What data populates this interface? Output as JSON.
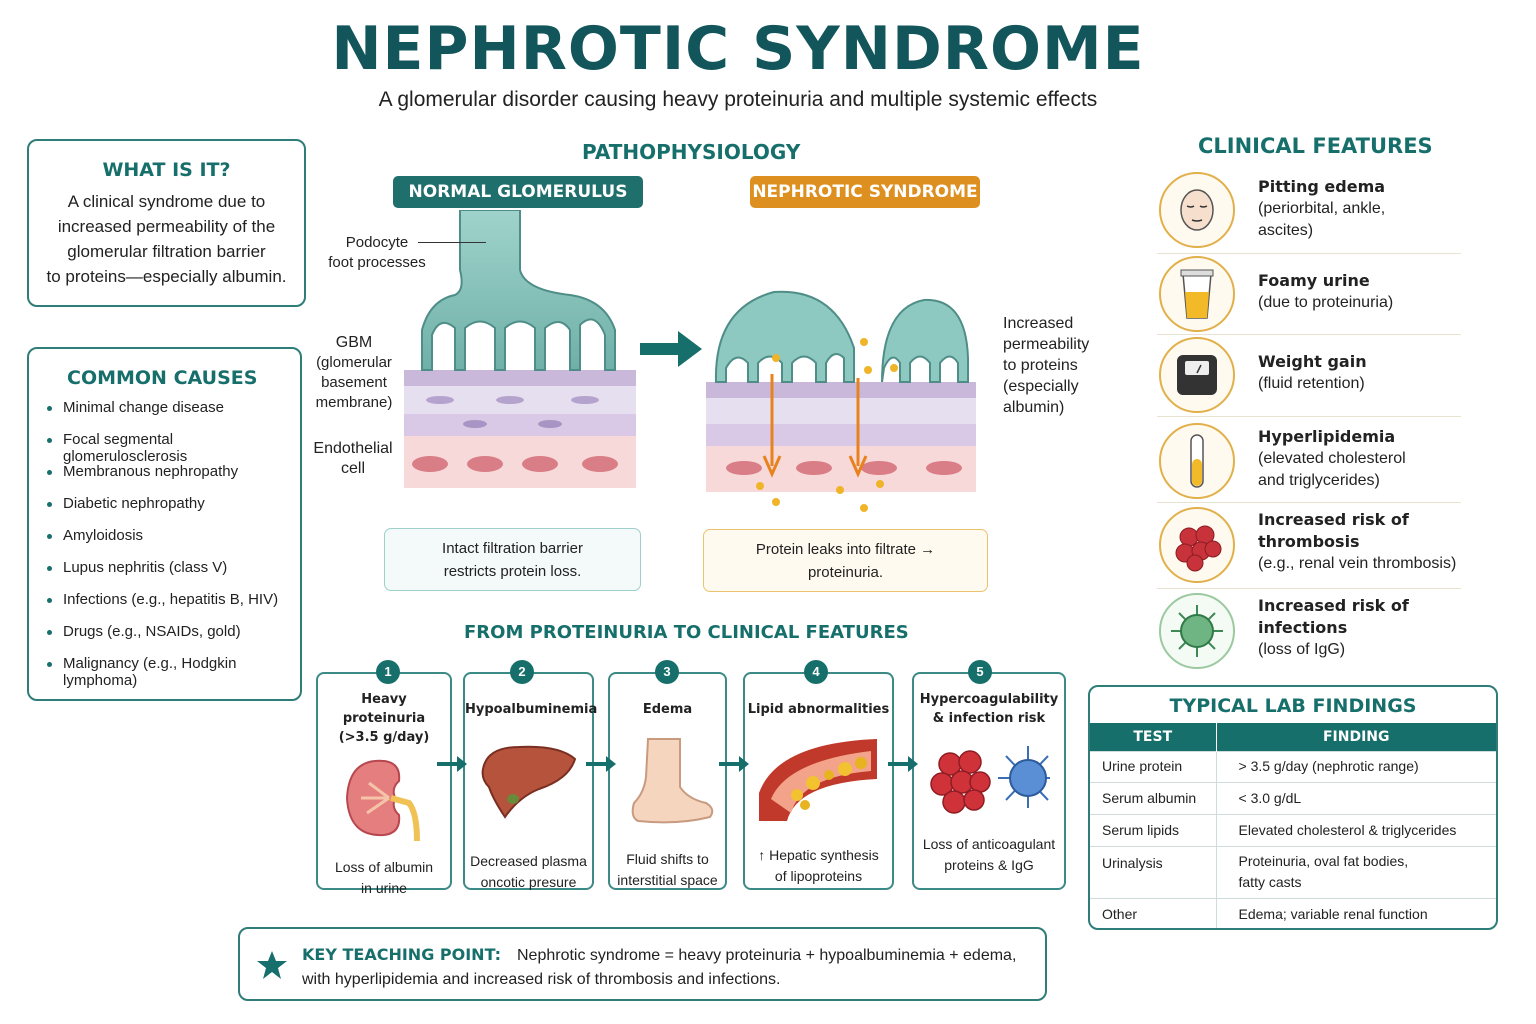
{
  "header": {
    "title": "NEPHROTIC SYNDROME",
    "subtitle": "A glomerular disorder causing heavy proteinuria and multiple systemic effects"
  },
  "what_is_it": {
    "heading": "WHAT IS IT?",
    "lines": [
      "A clinical syndrome due to",
      "increased permeability of the",
      "glomerular filtration barrier",
      "to proteins—especially albumin."
    ]
  },
  "causes": {
    "heading": "COMMON CAUSES",
    "items": [
      "Minimal change disease",
      "Focal segmental glomerulosclerosis",
      "Membranous nephropathy",
      "Diabetic nephropathy",
      "Amyloidosis",
      "Lupus nephritis (class V)",
      "Infections (e.g., hepatitis B, HIV)",
      "Drugs (e.g., NSAIDs, gold)",
      "Malignancy (e.g., Hodgkin lymphoma)"
    ]
  },
  "pathophysiology": {
    "heading": "PATHOPHYSIOLOGY",
    "normal_label": "NORMAL GLOMERULUS",
    "nephrotic_label": "NEPHROTIC SYNDROME",
    "podocyte_label": [
      "Podocyte",
      "foot processes"
    ],
    "gbm_label": [
      "GBM",
      "(glomerular",
      "basement",
      "membrane)"
    ],
    "endothelial_label": [
      "Endothelial",
      "cell"
    ],
    "permeability_label": [
      "Increased",
      "permeability",
      "to proteins",
      "(especially",
      "albumin)"
    ],
    "normal_note": [
      "Intact filtration barrier",
      "restricts protein loss."
    ],
    "nephrotic_note": [
      "Protein leaks into filtrate →",
      "proteinuria."
    ]
  },
  "flow": {
    "heading": "FROM PROTEINURIA TO CLINICAL FEATURES",
    "steps": [
      {
        "num": "1",
        "title": [
          "Heavy proteinuria",
          "(>3.5 g/day)"
        ],
        "desc": [
          "Loss of albumin",
          "in urine"
        ]
      },
      {
        "num": "2",
        "title": [
          "Hypoalbuminemia"
        ],
        "desc": [
          "Decreased plasma",
          "oncotic presure"
        ]
      },
      {
        "num": "3",
        "title": [
          "Edema"
        ],
        "desc": [
          "Fluid shifts to",
          "interstitial space"
        ]
      },
      {
        "num": "4",
        "title": [
          "Lipid abnormalities"
        ],
        "desc": [
          "↑ Hepatic synthesis",
          "of lipoproteins"
        ]
      },
      {
        "num": "5",
        "title": [
          "Hypercoagulability",
          "& infection risk"
        ],
        "desc": [
          "Loss of anticoagulant",
          "proteins & IgG"
        ]
      }
    ]
  },
  "key_point": {
    "label": "KEY TEACHING POINT:",
    "line1": "Nephrotic syndrome = heavy proteinuria + hypoalbuminemia + edema,",
    "line2": "with hyperlipidemia and increased risk of thrombosis and infections."
  },
  "clinical": {
    "heading": "CLINICAL FEATURES",
    "items": [
      {
        "icon": "face-icon",
        "name": [
          "Pitting edema"
        ],
        "desc": [
          "(periorbital, ankle,",
          "ascites)"
        ]
      },
      {
        "icon": "urine-cup-icon",
        "name": [
          "Foamy urine"
        ],
        "desc": [
          "(due to proteinuria)"
        ]
      },
      {
        "icon": "scale-icon",
        "name": [
          "Weight gain"
        ],
        "desc": [
          "(fluid retention)"
        ]
      },
      {
        "icon": "test-tube-icon",
        "name": [
          "Hyperlipidemia"
        ],
        "desc": [
          "(elevated cholesterol",
          "and triglycerides)"
        ]
      },
      {
        "icon": "blood-clot-icon",
        "name": [
          "Increased risk of",
          "thrombosis"
        ],
        "desc": [
          "(e.g., renal vein thrombosis)"
        ]
      },
      {
        "icon": "virus-icon",
        "name": [
          "Increased risk of",
          "infections"
        ],
        "desc": [
          "(loss of IgG)"
        ]
      }
    ]
  },
  "labs": {
    "heading": "TYPICAL LAB FINDINGS",
    "columns": [
      "TEST",
      "FINDING"
    ],
    "rows": [
      {
        "test": "Urine protein",
        "finding": [
          "> 3.5 g/day (nephrotic range)"
        ]
      },
      {
        "test": "Serum albumin",
        "finding": [
          "< 3.0 g/dL"
        ]
      },
      {
        "test": "Serum lipids",
        "finding": [
          "Elevated cholesterol & triglycerides"
        ]
      },
      {
        "test": "Urinalysis",
        "finding": [
          "Proteinuria, oval fat bodies,",
          "fatty casts"
        ]
      },
      {
        "test": "Other",
        "finding": [
          "Edema; variable renal function"
        ]
      }
    ]
  },
  "colors": {
    "teal": "#176f6c",
    "orange": "#d98a1c",
    "podocyte": "#8ec9c1"
  }
}
